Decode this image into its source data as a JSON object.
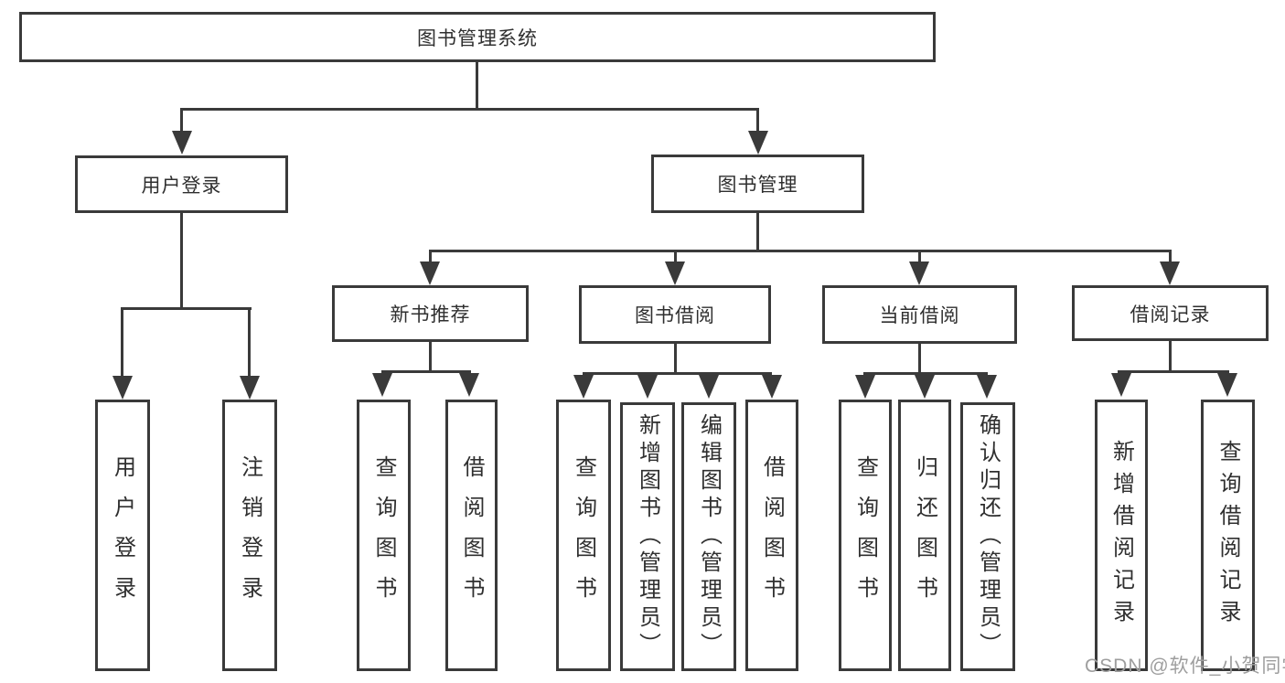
{
  "diagram": {
    "type": "hierarchy-tree",
    "nodes": {
      "root": "图书管理系统",
      "user_login": "用户登录",
      "book_mgmt": "图书管理",
      "new_books": "新书推荐",
      "book_borrow": "图书借阅",
      "current_borrow": "当前借阅",
      "borrow_records": "借阅记录"
    },
    "leaves": {
      "user_login": "用户登录",
      "logout": "注销登录",
      "nb_query": "查询图书",
      "nb_borrow": "借阅图书",
      "bb_query": "查询图书",
      "bb_add": "新增图书（管理员）",
      "bb_edit": "编辑图书（管理员）",
      "bb_borrow": "借阅图书",
      "cb_query": "查询图书",
      "cb_return": "归还图书",
      "cb_confirm": "确认归还（管理员）",
      "br_add": "新增借阅记录",
      "br_query": "查询借阅记录"
    },
    "watermark": "CSDN @软件_小贺同学",
    "colors": {
      "line": "#3a3a3a",
      "text": "#2f2f2f",
      "watermark": "#9e9e9e",
      "background": "#ffffff"
    }
  }
}
